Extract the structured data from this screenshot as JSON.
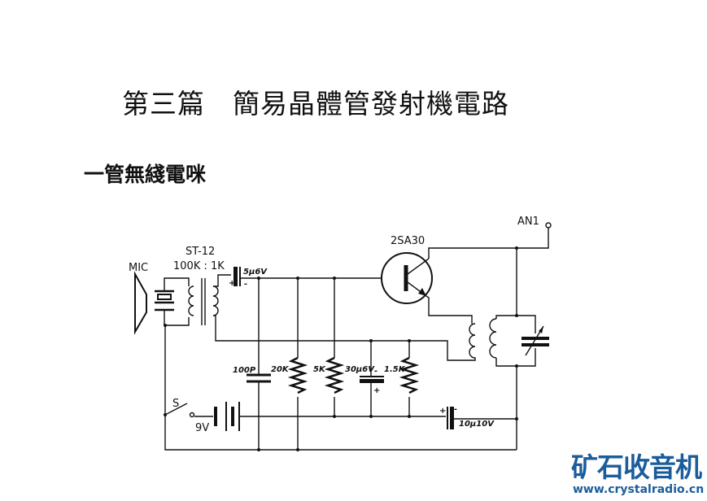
{
  "document": {
    "title": "第三篇　簡易晶體管發射機電路",
    "subtitle": "一管無綫電咪"
  },
  "diagram": {
    "mic_label": "MIC",
    "transformer_model": "ST-12",
    "transformer_ratio": "100K : 1K",
    "cap_input": "5µ6V",
    "transistor": "2SA30",
    "antenna": "AN1",
    "cap_100p": "100P",
    "res_20k": "20K",
    "res_5k": "5K",
    "cap_30u": "30µ6V",
    "res_1k5": "1.5K",
    "cap_10u": "10µ10V",
    "switch": "S",
    "battery": "9V",
    "plus": "+",
    "minus": "-"
  },
  "watermark": {
    "name": "矿石收音机",
    "url": "www.crystalradio.cn"
  }
}
